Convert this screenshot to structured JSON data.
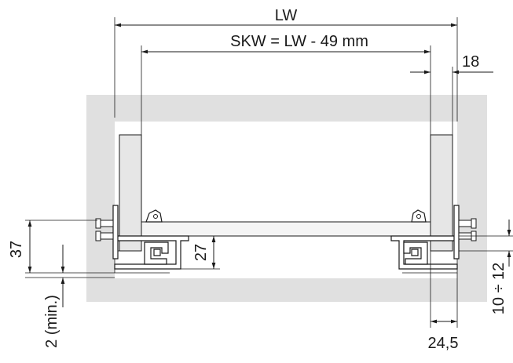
{
  "dimensions": {
    "lw": "LW",
    "skw": "SKW = LW - 49 mm",
    "side_thickness": "18",
    "height_37": "37",
    "height_27": "27",
    "clearance_min": "2 (min.)",
    "range_10_12": "10 ÷ 12",
    "offset_24_5": "24,5"
  },
  "colors": {
    "cabinet_gray": "#e0e0e0",
    "line": "#1a1a1a",
    "panel": "#e6e6e6"
  }
}
